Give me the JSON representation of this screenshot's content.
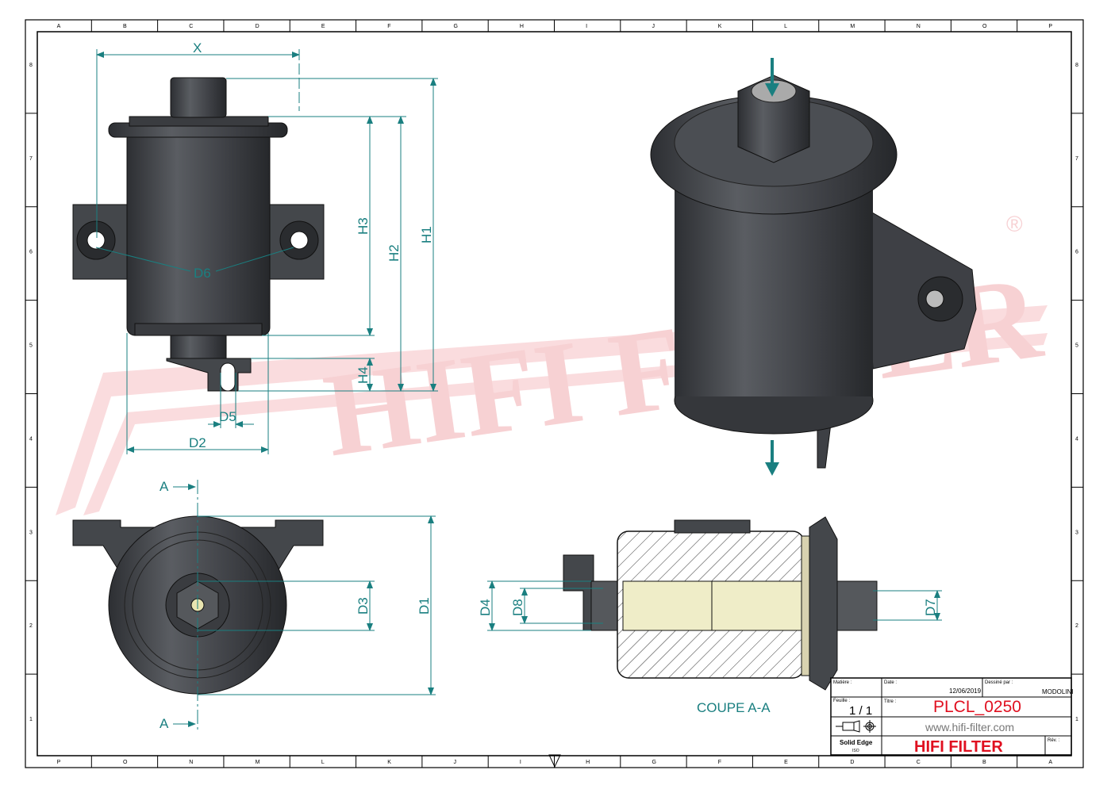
{
  "border": {
    "columns": [
      "P",
      "O",
      "N",
      "M",
      "L",
      "K",
      "J",
      "I",
      "H",
      "G",
      "F",
      "E",
      "D",
      "C",
      "B",
      "A"
    ],
    "rows": [
      "8",
      "7",
      "6",
      "5",
      "4",
      "3",
      "2",
      "1"
    ]
  },
  "watermark": {
    "text": "HIFI FILTER",
    "mark": "®"
  },
  "dimensions": {
    "x": "X",
    "h1": "H1",
    "h2": "H2",
    "h3": "H3",
    "h4": "H4",
    "d1": "D1",
    "d2": "D2",
    "d3": "D3",
    "d4": "D4",
    "d5": "D5",
    "d6": "D6",
    "d7": "D7",
    "d8": "D8",
    "section_marker": "A"
  },
  "section_label": "COUPE A-A",
  "title_block": {
    "matiere_label": "Matière :",
    "date_label": "Date :",
    "date": "12/06/2019",
    "drawn_by_label": "Dessiné par :",
    "drawn_by": "MODOLINI",
    "sheet_label": "Feuille :",
    "sheet": "1 / 1",
    "title_label": "Titre :",
    "title": "PLCL_0250",
    "website": "www.hifi-filter.com",
    "software": "Solid Edge",
    "software_sub": "ISO",
    "company": "HIFI FILTER",
    "rev_label": "Rév. :"
  },
  "colors": {
    "dimension": "#1a7f80",
    "title": "#e01020",
    "watermark": "#f6c9cc",
    "part": "#4a4d52"
  }
}
